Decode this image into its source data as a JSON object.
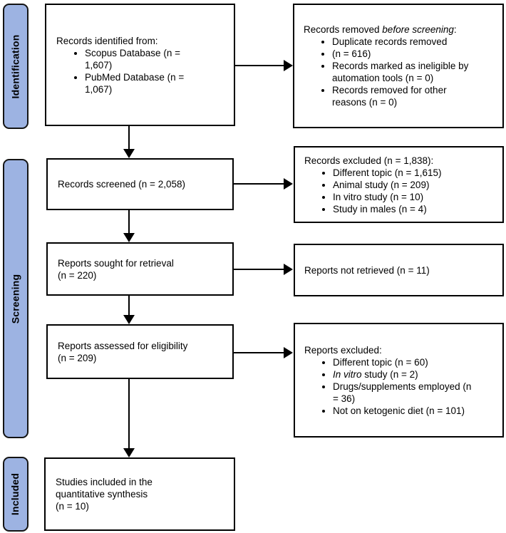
{
  "stages": {
    "identification": "Identification",
    "screening": "Screening",
    "included": "Included"
  },
  "boxes": {
    "records_identified": {
      "heading": "Records identified from:",
      "bullets": [
        "Scopus Database (n =\n1,607)",
        "PubMed Database (n =\n1,067)"
      ]
    },
    "records_removed": {
      "heading_pre": "Records removed ",
      "heading_italic": "before screening",
      "heading_post": ":",
      "bullets": [
        "Duplicate records removed",
        "(n = 616)",
        "Records marked as ineligible by\nautomation tools (n = 0)",
        "Records removed for other\nreasons (n = 0)"
      ]
    },
    "records_screened": {
      "text": "Records screened (n = 2,058)"
    },
    "records_excluded": {
      "heading": "Records excluded (n = 1,838):",
      "bullets": [
        "Different topic (n = 1,615)",
        "Animal study (n = 209)",
        "In vitro study (n = 10)",
        "Study in males (n = 4)"
      ]
    },
    "reports_sought": {
      "text": "Reports sought for retrieval\n(n = 220)"
    },
    "reports_not_retrieved": {
      "text": "Reports not retrieved (n = 11)"
    },
    "reports_assessed": {
      "text": "Reports assessed for eligibility\n(n = 209)"
    },
    "reports_excluded": {
      "heading": "Reports excluded:",
      "bullets": [
        {
          "pre": "Different topic (n = 60)",
          "italic": "",
          "post": ""
        },
        {
          "pre": "",
          "italic": "In vitro",
          "post": " study (n = 2)"
        },
        {
          "pre": "Drugs/supplements employed (n\n= 36)",
          "italic": "",
          "post": ""
        },
        {
          "pre": "Not on ketogenic diet (n = 101)",
          "italic": "",
          "post": ""
        }
      ]
    },
    "studies_included": {
      "text": "Studies included in the\nquantitative synthesis\n(n = 10)"
    }
  },
  "colors": {
    "stage_fill": "#9DB3E2",
    "box_border": "#000000",
    "background": "#FFFFFF"
  }
}
